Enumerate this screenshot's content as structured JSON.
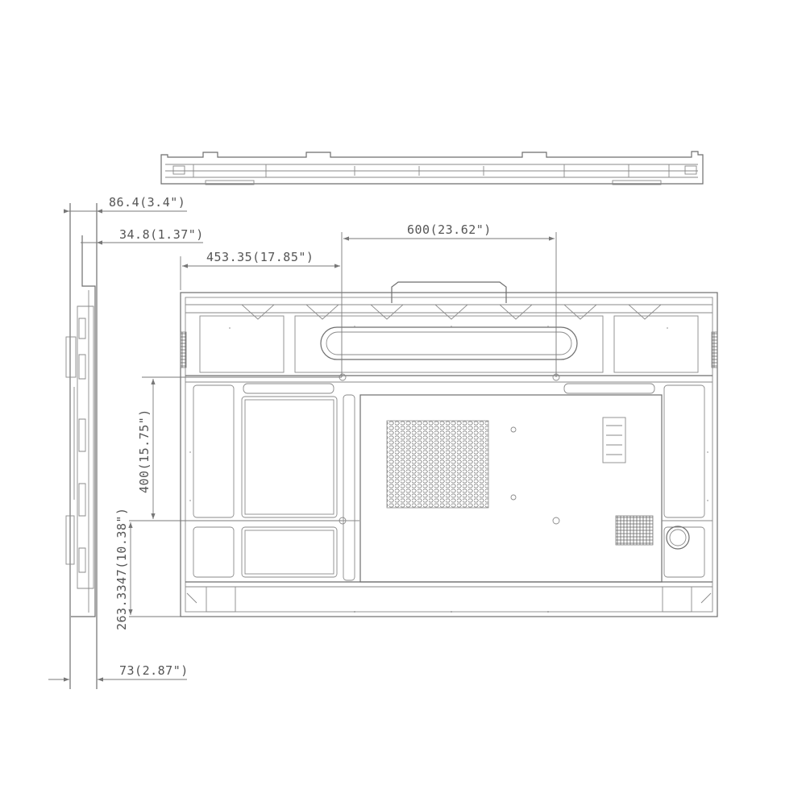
{
  "drawing": {
    "dimensions": {
      "depth_total": "86.4(3.4\")",
      "depth_thin": "34.8(1.37\")",
      "offset_left": "453.35(17.85\")",
      "vesa_horizontal": "600(23.62\")",
      "vesa_vertical": "400(15.75\")",
      "offset_bottom": "263.3347(10.38\")",
      "bottom_depth": "73(2.87\")"
    }
  }
}
